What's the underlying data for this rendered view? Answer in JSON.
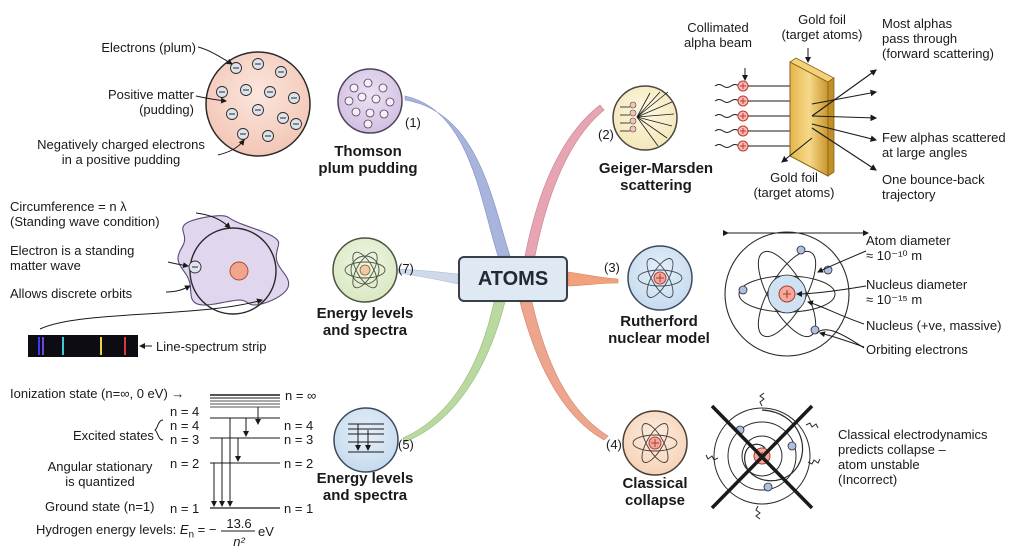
{
  "center": {
    "label": "ATOMS"
  },
  "branches": [
    {
      "num": "(1)",
      "title": "Thomson\nplum pudding"
    },
    {
      "num": "(2)",
      "title": "Geiger-Marsden\nscattering"
    },
    {
      "num": "(3)",
      "title": "Rutherford\nnuclear model"
    },
    {
      "num": "(4)",
      "title": "Classical\ncollapse"
    },
    {
      "num": "(5)",
      "title": "Energy levels\nand spectra"
    },
    {
      "num": "(7)",
      "title": "Energy levels\nand spectra"
    }
  ],
  "thomson": {
    "electrons": "Electrons (plum)",
    "positive": "Positive matter\n(pudding)",
    "negative": "Negatively charged electrons\nin a positive pudding"
  },
  "geiger": {
    "beam": "Collimated\nalpha beam",
    "foil_top": "Gold foil\n(target atoms)",
    "foil_bottom": "Gold foil\n(target atoms)",
    "most": "Most alphas\npass through\n(forward scattering)",
    "few": "Few alphas scattered\nat large angles",
    "bounce": "One bounce-back\ntrajectory"
  },
  "rutherford": {
    "atom_diameter": "Atom diameter\n≈ 10⁻¹⁰ m",
    "nucleus_diameter": "Nucleus diameter\n≈ 10⁻¹⁵ m",
    "nucleus": "Nucleus (+ve, massive)",
    "orbiting": "Orbiting electrons"
  },
  "collapse": {
    "text": "Classical electrodynamics\npredicts collapse –\natom unstable\n(Incorrect)"
  },
  "standing_wave": {
    "circumference": "Circumference = n λ\n(Standing wave condition)",
    "electron": "Electron is a standing\nmatter wave",
    "discrete": "Allows discrete orbits",
    "strip": "Line-spectrum strip"
  },
  "levels": {
    "ionization": "Ionization state (n=∞, 0 eV) →",
    "n_inf": "n = ∞",
    "excited": "Excited states",
    "angular": "Angular stationary\nis quantized",
    "ground": "Ground state (n=1)",
    "left_n4a": "n = 4",
    "left_n4b": "n = 4",
    "left_n3": "n = 3",
    "left_n2": "n = 2",
    "left_n1": "n = 1",
    "right_n4": "n = 4",
    "right_n3": "n = 3",
    "right_n2": "n = 2",
    "right_n1": "n = 1",
    "formula_prefix": "Hydrogen energy levels: ",
    "formula_E": "E",
    "formula_n": "n",
    "formula_eq": " = −",
    "formula_num": "13.6",
    "formula_den": "n²",
    "formula_unit": " eV"
  }
}
